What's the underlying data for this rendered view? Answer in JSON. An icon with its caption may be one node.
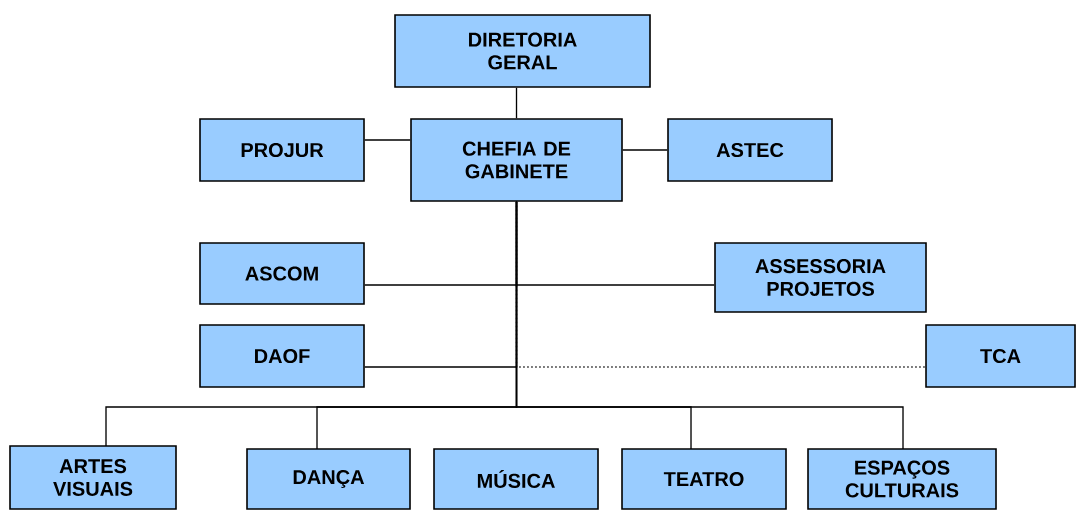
{
  "diagram": {
    "nodes": [
      {
        "text": [
          "DIRETORIA GERAL"
        ]
      },
      {
        "text": [
          "PROJUR"
        ]
      },
      {
        "text": [
          "CHEFIA DE GABINETE"
        ]
      },
      {
        "text": [
          "ASTEC"
        ]
      },
      {
        "text": [
          "ASCOM"
        ]
      },
      {
        "text": [
          "ASSESSORIA PROJETOS"
        ]
      },
      {
        "text": [
          "DAOF"
        ]
      },
      {
        "text": [
          "TCA"
        ]
      },
      {
        "text": [
          "ARTES VISUAIS"
        ]
      },
      {
        "text": [
          "DANÇA"
        ]
      },
      {
        "text": [
          "MÚSICA"
        ]
      },
      {
        "text": [
          "TEATRO"
        ]
      },
      {
        "text": [
          "ESPAÇOS CULTURAIS"
        ]
      }
    ],
    "edges": [
      {
        "from": 0,
        "to": 2,
        "arrow": "none"
      },
      {
        "from": 1,
        "to": 2,
        "arrow": "none"
      },
      {
        "from": 2,
        "to": 3,
        "arrow": "none"
      },
      {
        "from": 2,
        "to": 4,
        "arrow": "none"
      },
      {
        "from": 2,
        "to": 5,
        "arrow": "none"
      },
      {
        "from": 2,
        "to": 6,
        "arrow": "none"
      },
      {
        "from": 2,
        "to": 7,
        "arrow": "none",
        "style": "dashed"
      },
      {
        "from": 2,
        "to": 8,
        "arrow": "none"
      },
      {
        "from": 2,
        "to": 9,
        "arrow": "none"
      },
      {
        "from": 2,
        "to": 11,
        "arrow": "none"
      },
      {
        "from": 2,
        "to": 12,
        "arrow": "none"
      }
    ]
  }
}
